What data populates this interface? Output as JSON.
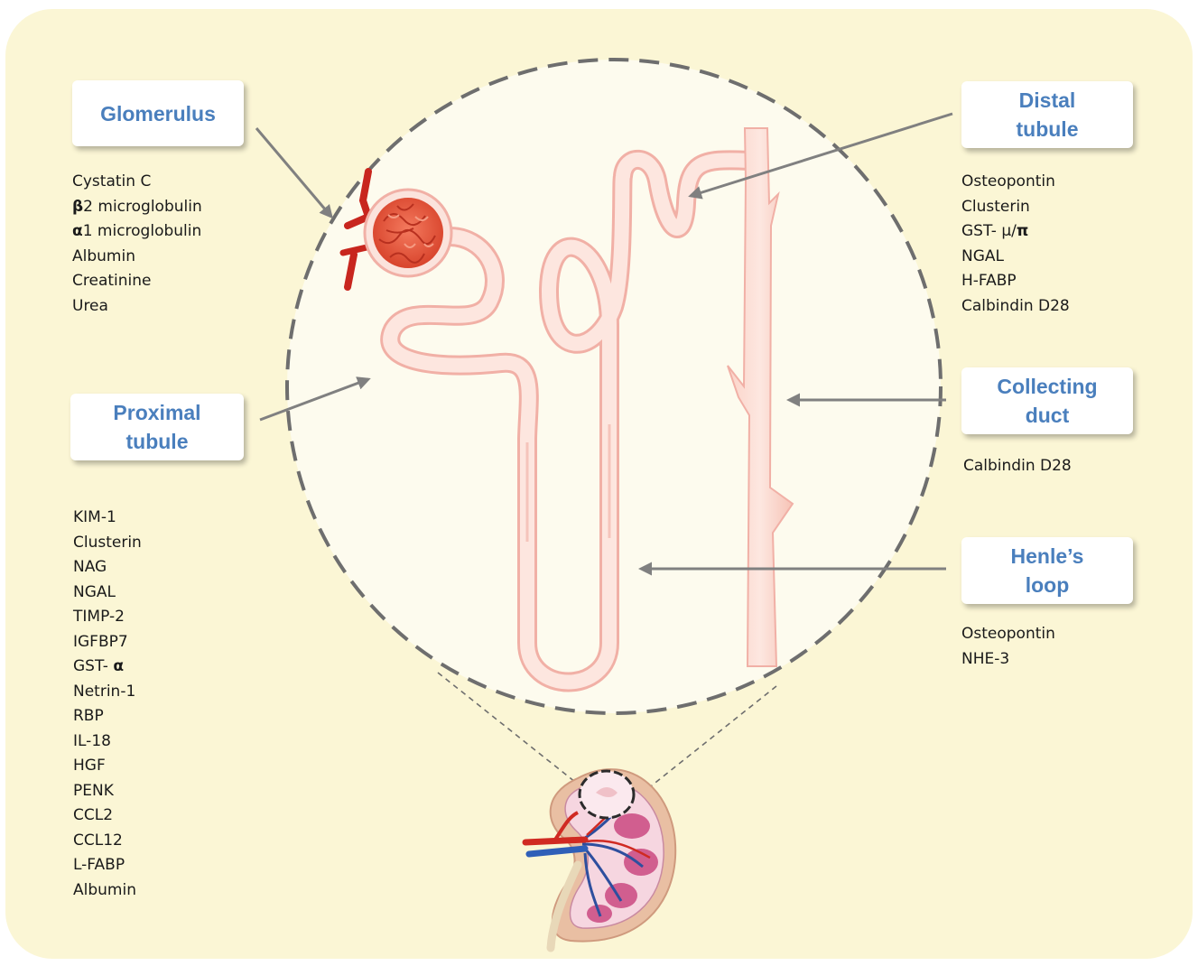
{
  "colors": {
    "background": "#fbf6d5",
    "label_text": "#4a7fbd",
    "tubule_fill": "#fde6df",
    "tubule_outline": "#f3b9b0",
    "glomerulus": "#e8553c",
    "arrow": "#808080",
    "dashed_circle": "#6e6e6e"
  },
  "labels": {
    "glomerulus": "Glomerulus",
    "proximal": "Proximal\ntubule",
    "distal": "Distal\ntubule",
    "collecting": "Collecting\nduct",
    "henle": "Henle’s\nloop"
  },
  "lists": {
    "glomerulus": [
      {
        "bold": "",
        "text": "Cystatin C"
      },
      {
        "bold": "β",
        "text": "2 microglobulin"
      },
      {
        "bold": "α",
        "text": "1 microglobulin"
      },
      {
        "bold": "",
        "text": "Albumin"
      },
      {
        "bold": "",
        "text": "Creatinine"
      },
      {
        "bold": "",
        "text": "Urea"
      }
    ],
    "proximal": [
      {
        "text": "KIM-1",
        "bold": ""
      },
      {
        "text": "Clusterin",
        "bold": ""
      },
      {
        "text": "NAG",
        "bold": ""
      },
      {
        "text": "NGAL",
        "bold": ""
      },
      {
        "text": "TIMP-2",
        "bold": ""
      },
      {
        "text": "IGFBP7",
        "bold": ""
      },
      {
        "text": "GST- ",
        "bold": "α"
      },
      {
        "text": "Netrin-1",
        "bold": ""
      },
      {
        "text": "RBP",
        "bold": ""
      },
      {
        "text": "IL-18",
        "bold": ""
      },
      {
        "text": "HGF",
        "bold": ""
      },
      {
        "text": "PENK",
        "bold": ""
      },
      {
        "text": "CCL2",
        "bold": ""
      },
      {
        "text": "CCL12",
        "bold": ""
      },
      {
        "text": "L-FABP",
        "bold": ""
      },
      {
        "text": "Albumin",
        "bold": ""
      }
    ],
    "distal": [
      {
        "text": "Osteopontin",
        "bold": ""
      },
      {
        "text": "Clusterin",
        "bold": ""
      },
      {
        "text": "GST- μ/",
        "bold": "π"
      },
      {
        "text": "NGAL",
        "bold": ""
      },
      {
        "text": "H-FABP",
        "bold": ""
      },
      {
        "text": "Calbindin D28",
        "bold": ""
      }
    ],
    "collecting": [
      {
        "text": "Calbindin D28",
        "bold": ""
      }
    ],
    "henle": [
      {
        "text": "Osteopontin",
        "bold": ""
      },
      {
        "text": "NHE-3",
        "bold": ""
      }
    ]
  },
  "icons": [
    "glomerulus-icon",
    "nephron-tubule-icon",
    "collecting-duct-icon",
    "kidney-icon"
  ]
}
